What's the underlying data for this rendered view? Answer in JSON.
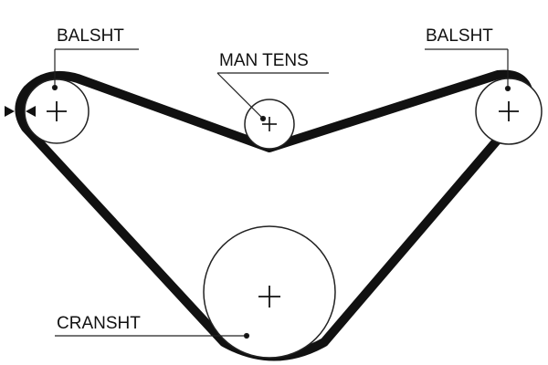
{
  "labels": {
    "balsht_left": "BALSHT",
    "man_tens": "MAN TENS",
    "balsht_right": "BALSHT",
    "cranksht": "CRANSHT"
  },
  "colors": {
    "belt": "#111111",
    "line": "#222222",
    "background": "#ffffff"
  },
  "icons": {
    "rotation_marker": "triangle-pointer",
    "center_mark": "plus-cross"
  }
}
